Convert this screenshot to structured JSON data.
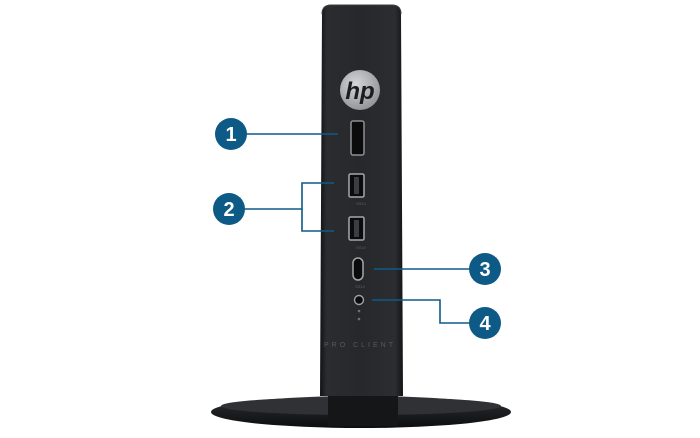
{
  "product": {
    "logo_text": "hp",
    "model_text": "PRO CLIENT"
  },
  "ports": [
    {
      "id": "sd-slot",
      "name": "Memory card slot"
    },
    {
      "id": "usb-a-1",
      "name": "USB Type-A port",
      "label": "SS10"
    },
    {
      "id": "usb-a-2",
      "name": "USB Type-A port",
      "label": "SS10"
    },
    {
      "id": "usb-c",
      "name": "USB Type-C port",
      "label": "SS10"
    },
    {
      "id": "audio",
      "name": "Headset jack"
    }
  ],
  "callouts": [
    {
      "number": "1"
    },
    {
      "number": "2"
    },
    {
      "number": "3"
    },
    {
      "number": "4"
    }
  ],
  "colors": {
    "callout_fill": "#0e5a87",
    "leader_line": "#0e5a87",
    "chassis": "#222326",
    "stand": "#1e1f21"
  }
}
